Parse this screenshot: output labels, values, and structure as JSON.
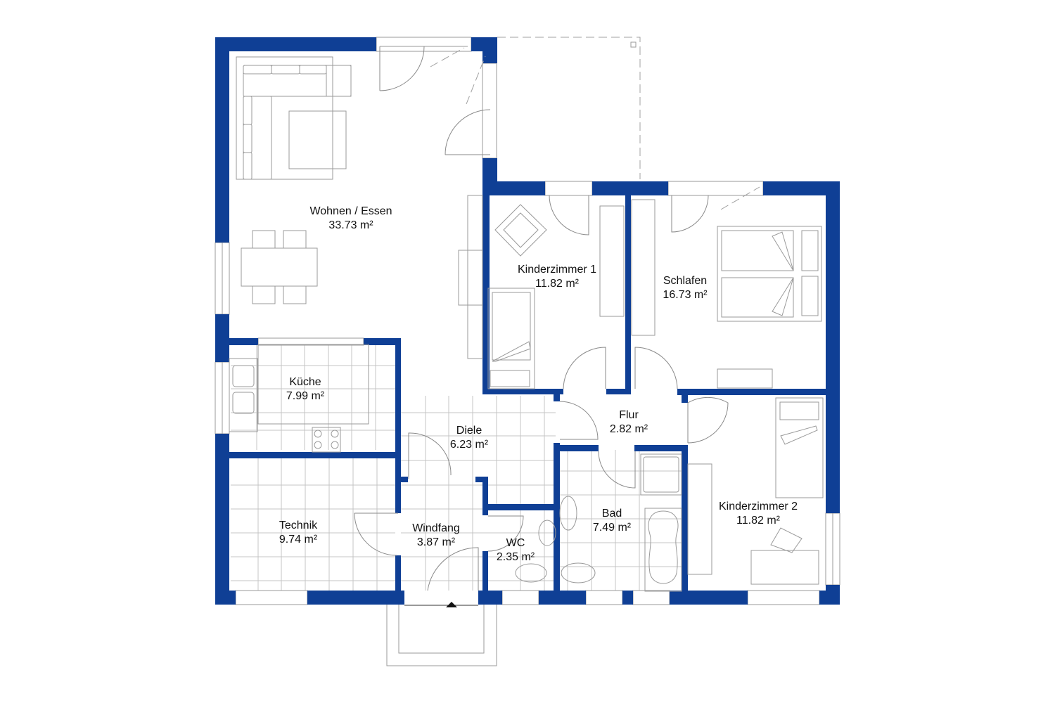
{
  "plan": {
    "wall_color": "#0f3f95",
    "line_color": "#9a9a9a",
    "entrance_marker": "entrance-arrow",
    "rooms": [
      {
        "name": "Wohnen / Essen",
        "area": "33.73 m²"
      },
      {
        "name": "Kinderzimmer 1",
        "area": "11.82 m²"
      },
      {
        "name": "Schlafen",
        "area": "16.73 m²"
      },
      {
        "name": "Küche",
        "area": "7.99 m²"
      },
      {
        "name": "Diele",
        "area": "6.23 m²"
      },
      {
        "name": "Flur",
        "area": "2.82 m²"
      },
      {
        "name": "Technik",
        "area": "9.74 m²"
      },
      {
        "name": "Windfang",
        "area": "3.87 m²"
      },
      {
        "name": "WC",
        "area": "2.35 m²"
      },
      {
        "name": "Bad",
        "area": "7.49 m²"
      },
      {
        "name": "Kinderzimmer 2",
        "area": "11.82 m²"
      }
    ]
  }
}
